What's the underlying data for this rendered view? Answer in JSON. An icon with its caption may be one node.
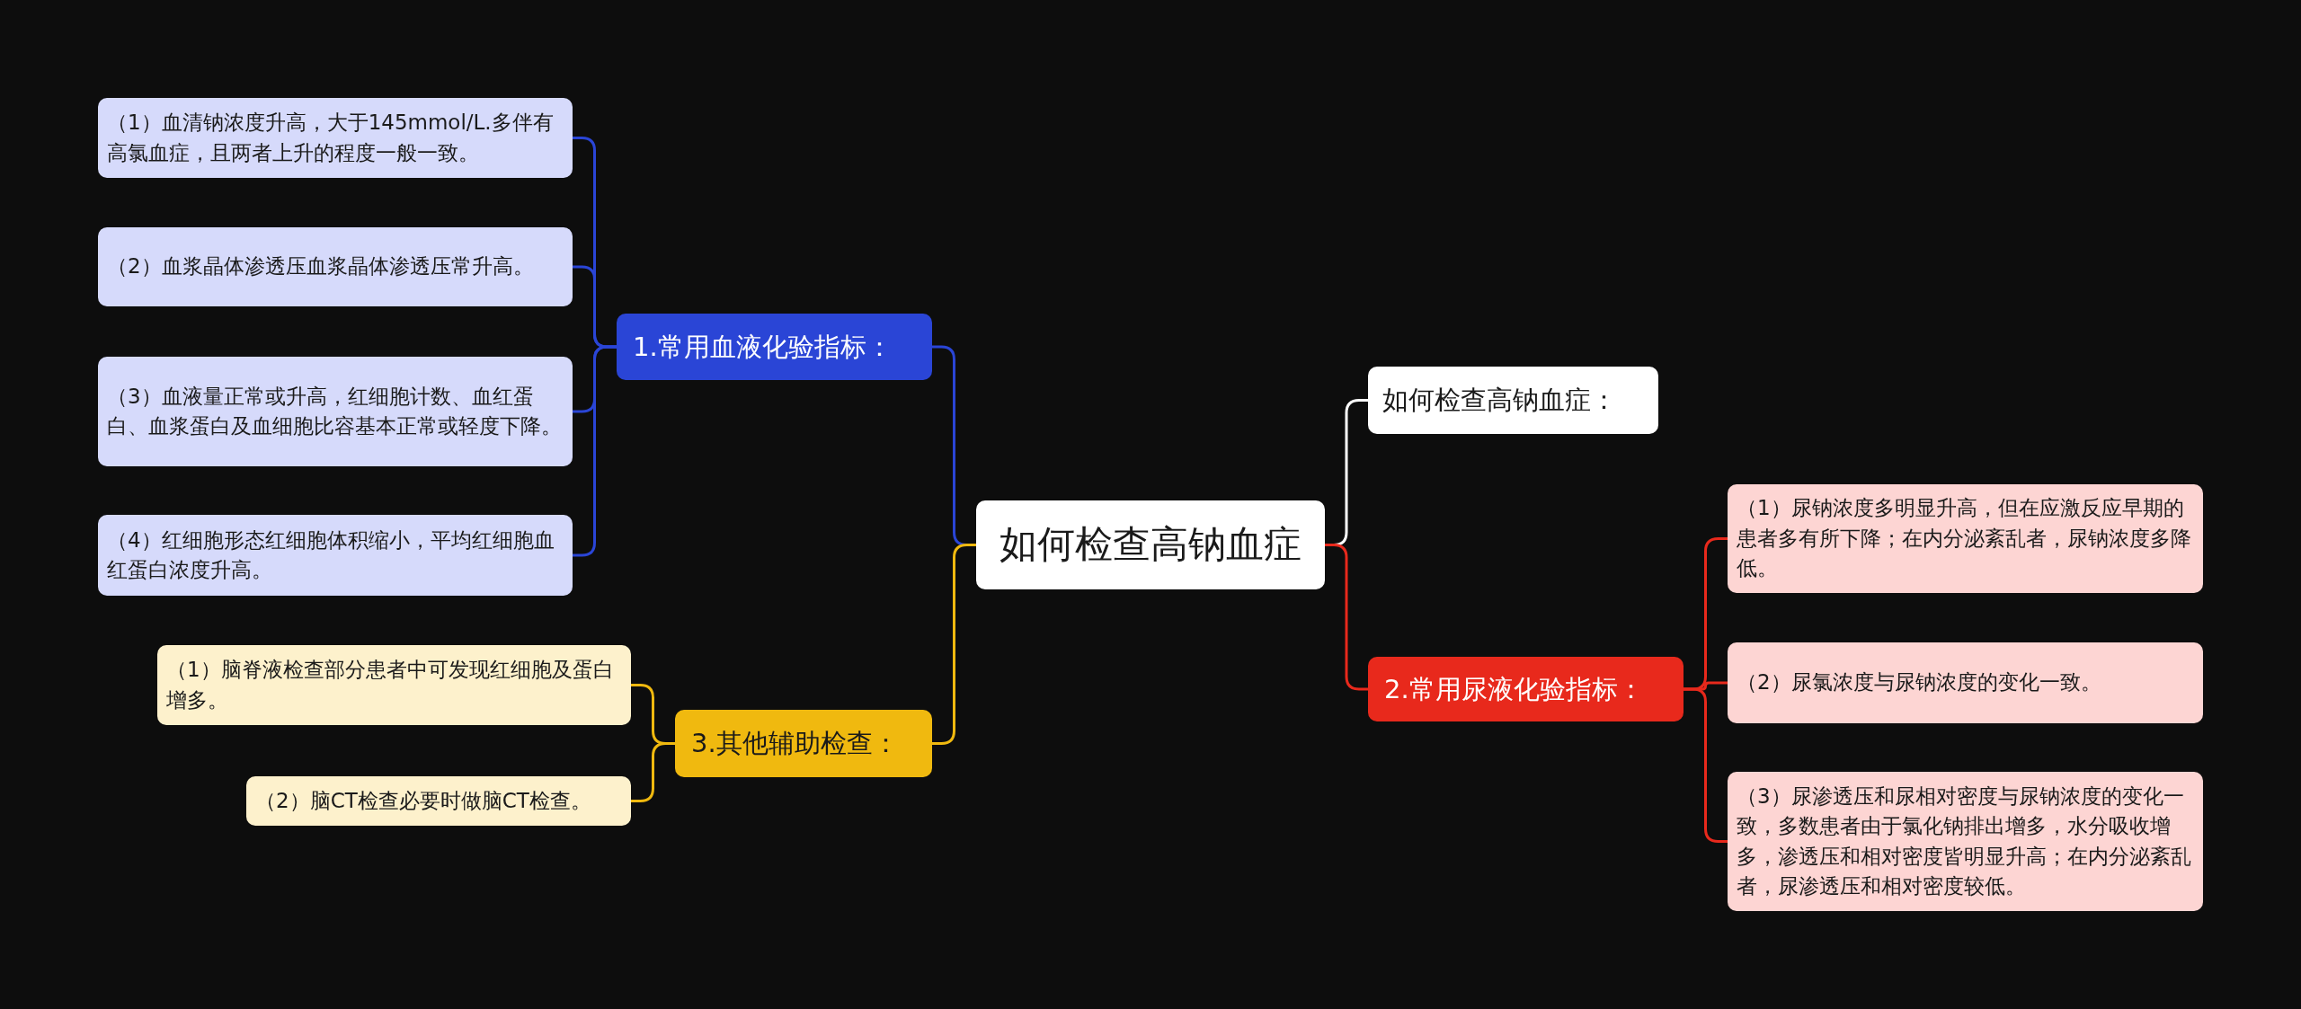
{
  "diagram": {
    "nodes": [
      {
        "text": [
          "如何检查高钠血症"
        ]
      },
      {
        "text": [
          "如何检查高钠血症："
        ]
      },
      {
        "text": [
          "1.常用血液化验指标："
        ]
      },
      {
        "text": [
          "（1）血清钠浓度升高，大于145mmol/L.多伴有高氯血症，且两者上升的程度一般一致。"
        ]
      },
      {
        "text": [
          "（2）血浆晶体渗透压血浆晶体渗透压常升高。"
        ]
      },
      {
        "text": [
          "（3）血液量正常或升高，红细胞计数、血红蛋白、血浆蛋白及血细胞比容基本正常或轻度下降。"
        ]
      },
      {
        "text": [
          "（4）红细胞形态红细胞体积缩小，平均红细胞血红蛋白浓度升高。"
        ]
      },
      {
        "text": [
          "2.常用尿液化验指标："
        ]
      },
      {
        "text": [
          "（1）尿钠浓度多明显升高，但在应激反应早期的患者多有所下降；在内分泌紊乱者，尿钠浓度多降低。"
        ]
      },
      {
        "text": [
          "（2）尿氯浓度与尿钠浓度的变化一致。"
        ]
      },
      {
        "text": [
          "（3）尿渗透压和尿相对密度与尿钠浓度的变化一致，多数患者由于氯化钠排出增多，水分吸收增多，渗透压和相对密度皆明显升高；在内分泌紊乱者，尿渗透压和相对密度较低。"
        ]
      },
      {
        "text": [
          "3.其他辅助检查："
        ]
      },
      {
        "text": [
          "（1）脑脊液检查部分患者中可发现红细胞及蛋白增多。"
        ]
      },
      {
        "text": [
          "（2）脑CT检查必要时做脑CT检查。"
        ]
      }
    ],
    "edges": [
      {
        "from": 0,
        "to": 1,
        "arrow": "none",
        "color": "#ffffff"
      },
      {
        "from": 0,
        "to": 2,
        "arrow": "none"
      },
      {
        "from": 2,
        "to": 3,
        "arrow": "none"
      },
      {
        "from": 2,
        "to": 4,
        "arrow": "none"
      },
      {
        "from": 2,
        "to": 5,
        "arrow": "none"
      },
      {
        "from": 2,
        "to": 6,
        "arrow": "none"
      },
      {
        "from": 0,
        "to": 7,
        "arrow": "none",
        "color": "#e8291c"
      },
      {
        "from": 7,
        "to": 8,
        "arrow": "none",
        "color": "#e8291c"
      },
      {
        "from": 7,
        "to": 9,
        "arrow": "none",
        "color": "#e8291c"
      },
      {
        "from": 7,
        "to": 10,
        "arrow": "none",
        "color": "#e8291c"
      },
      {
        "from": 0,
        "to": 11,
        "arrow": "none",
        "color": "#f0b90f"
      },
      {
        "from": 11,
        "to": 12,
        "arrow": "none",
        "color": "#f0b90f"
      },
      {
        "from": 11,
        "to": 13,
        "arrow": "none",
        "color": "#f0b90f"
      }
    ]
  }
}
